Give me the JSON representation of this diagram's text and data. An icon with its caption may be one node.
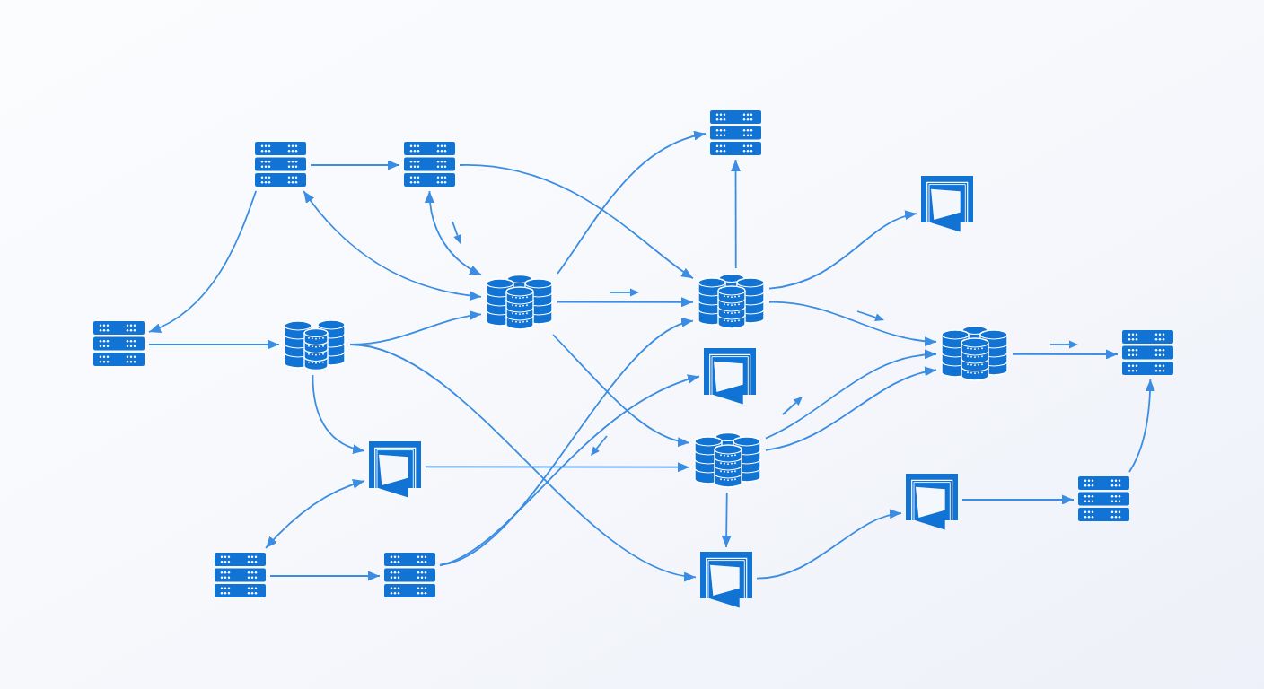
{
  "diagram": {
    "nodes": [
      {
        "text": [],
        "shape": "server"
      },
      {
        "text": [],
        "shape": "server"
      },
      {
        "text": [],
        "shape": "server"
      },
      {
        "text": [],
        "shape": "door"
      },
      {
        "text": [],
        "shape": "database"
      },
      {
        "text": [],
        "shape": "database"
      },
      {
        "text": [],
        "shape": "server"
      },
      {
        "text": [],
        "shape": "database"
      },
      {
        "text": [],
        "shape": "database"
      },
      {
        "text": [],
        "shape": "server"
      },
      {
        "text": [],
        "shape": "door"
      },
      {
        "text": [],
        "shape": "database"
      },
      {
        "text": [],
        "shape": "door"
      },
      {
        "text": [],
        "shape": "door"
      },
      {
        "text": [],
        "shape": "server"
      },
      {
        "text": [],
        "shape": "server"
      },
      {
        "text": [],
        "shape": "server"
      },
      {
        "text": [],
        "shape": "door"
      }
    ],
    "edges": [
      {
        "from": 1,
        "to": 2,
        "arrow": "to"
      },
      {
        "from": 1,
        "to": 6,
        "arrow": "to"
      },
      {
        "from": 4,
        "to": 1,
        "arrow": "both"
      },
      {
        "from": 2,
        "to": 4,
        "arrow": "both"
      },
      {
        "from": 2,
        "to": 5,
        "arrow": "to"
      },
      {
        "from": 4,
        "to": 0,
        "arrow": "to"
      },
      {
        "from": 5,
        "to": 0,
        "arrow": "to"
      },
      {
        "from": 4,
        "to": 5,
        "arrow": "to"
      },
      {
        "from": 6,
        "to": 7,
        "arrow": "to"
      },
      {
        "from": 7,
        "to": 4,
        "arrow": "to"
      },
      {
        "from": 7,
        "to": 17,
        "arrow": "to"
      },
      {
        "from": 7,
        "to": 12,
        "arrow": "to"
      },
      {
        "from": 4,
        "to": 11,
        "arrow": "to"
      },
      {
        "from": 12,
        "to": 11,
        "arrow": "to"
      },
      {
        "from": 15,
        "to": 12,
        "arrow": "both"
      },
      {
        "from": 15,
        "to": 16,
        "arrow": "to"
      },
      {
        "from": 16,
        "to": 5,
        "arrow": "to"
      },
      {
        "from": 16,
        "to": 10,
        "arrow": "to"
      },
      {
        "from": 11,
        "to": 17,
        "arrow": "to"
      },
      {
        "from": 11,
        "to": 8,
        "arrow": "to"
      },
      {
        "from": 11,
        "to": 8,
        "arrow": "to"
      },
      {
        "from": 5,
        "to": 3,
        "arrow": "to"
      },
      {
        "from": 5,
        "to": 8,
        "arrow": "to"
      },
      {
        "from": 8,
        "to": 9,
        "arrow": "to"
      },
      {
        "from": 17,
        "to": 13,
        "arrow": "to"
      },
      {
        "from": 13,
        "to": 14,
        "arrow": "to"
      },
      {
        "from": 14,
        "to": 9,
        "arrow": "to"
      }
    ]
  }
}
